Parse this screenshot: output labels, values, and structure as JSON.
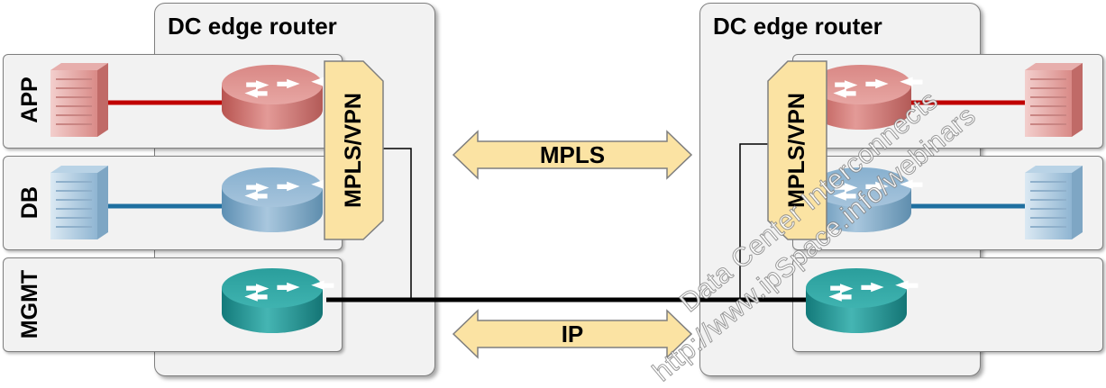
{
  "routers": {
    "left": {
      "title": "DC edge router"
    },
    "right": {
      "title": "DC edge router"
    }
  },
  "vlans": {
    "app": "APP",
    "db": "DB",
    "mgmt": "MGMT"
  },
  "mpls_vpn_label": "MPLS/VPN",
  "links": {
    "mpls": "MPLS",
    "ip": "IP"
  },
  "watermark": {
    "line1": "Data Center Interconnects",
    "line2": "http://www.ipSpace.info/webinars"
  },
  "colors": {
    "app": "#c0504d",
    "db": "#2e75b6",
    "mgmt": "#2aa3a3",
    "arrow_fill": "#fbe3a3",
    "vpn_fill": "#fbe3a3"
  },
  "icons": {
    "router": "router-icon",
    "server": "server-icon"
  }
}
